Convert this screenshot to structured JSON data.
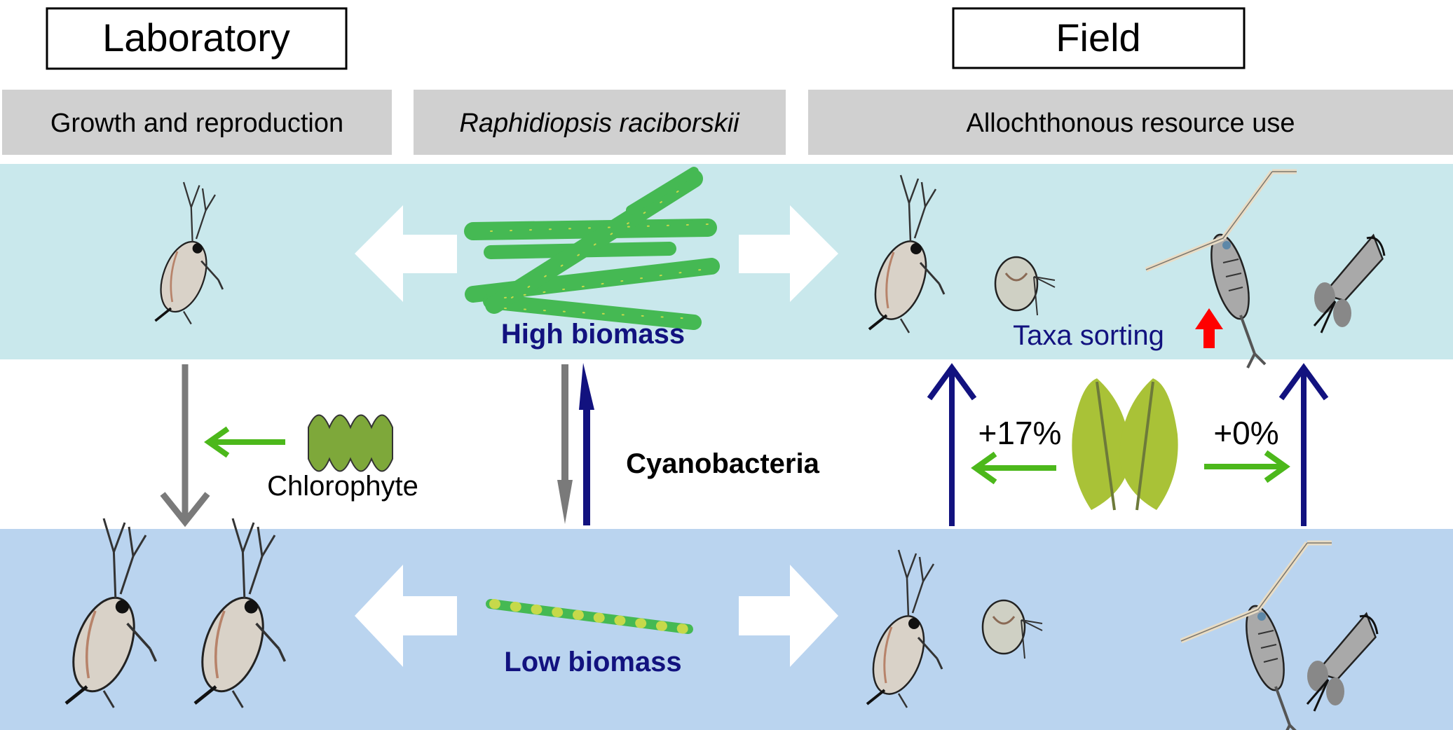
{
  "headers": {
    "laboratory": "Laboratory",
    "field": "Field"
  },
  "bars": {
    "growth": "Growth and reproduction",
    "species": "Raphidiopsis raciborskii",
    "allochthonous": "Allochthonous resource use"
  },
  "labels": {
    "high_biomass": "High biomass",
    "low_biomass": "Low biomass",
    "cyanobacteria": "Cyanobacteria",
    "chlorophyte": "Chlorophyte",
    "taxa_sorting": "Taxa sorting",
    "plus17": "+17%",
    "plus0": "+0%"
  },
  "colors": {
    "top_band": "#c9e8ec",
    "bottom_band": "#bad4ef",
    "header_bar": "#d0d0d0",
    "navy": "#12127f",
    "filament_green": "#45b953",
    "arrow_green": "#4cb81b",
    "gray_arrow": "#7a7a7a",
    "red_arrow": "#ff0000",
    "leaf": "#a9c237"
  }
}
